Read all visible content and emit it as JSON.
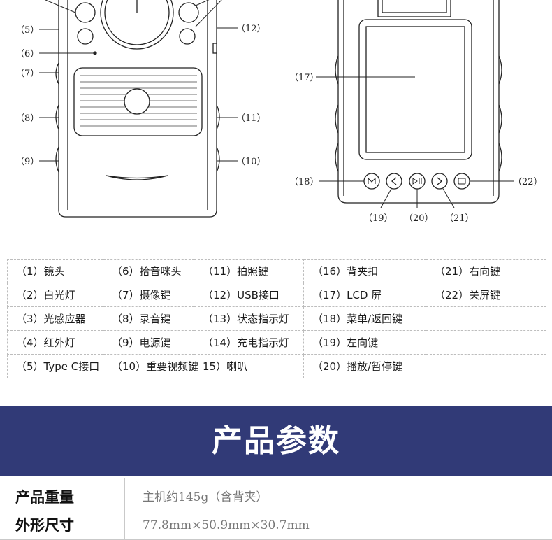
{
  "diagram": {
    "front_labels": [
      "（5）",
      "（6）",
      "（7）",
      "（8）",
      "（9）",
      "（12）",
      "（11）",
      "（10）"
    ],
    "back_labels": [
      "（17）",
      "（18）",
      "（19）",
      "（20）",
      "（21）",
      "（22）"
    ]
  },
  "parts_table": {
    "rows": [
      [
        "（1）镜头",
        "（6）拾音咪头",
        "（11）拍照键",
        "（16）背夹扣",
        "（21）右向键"
      ],
      [
        "（2）白光灯",
        "（7）摄像键",
        "（12）USB接口",
        "（17）LCD 屏",
        "（22）关屏键"
      ],
      [
        "（3）光感应器",
        "（8）录音键",
        "（13）状态指示灯",
        "（18）菜单/返回键",
        ""
      ],
      [
        "（4）红外灯",
        "（9）电源键",
        "（14）充电指示灯",
        "（19）左向键",
        ""
      ],
      [
        "（5）Type C接口",
        "（10）重要视频键",
        "15）喇叭",
        "（20）播放/暂停键",
        ""
      ]
    ]
  },
  "banner": {
    "title": "产品参数"
  },
  "specs": [
    {
      "label": "产品重量",
      "value": "主机约145g（含背夹）"
    },
    {
      "label": "外形尺寸",
      "value": "77.8mm×50.9mm×30.7mm"
    }
  ]
}
